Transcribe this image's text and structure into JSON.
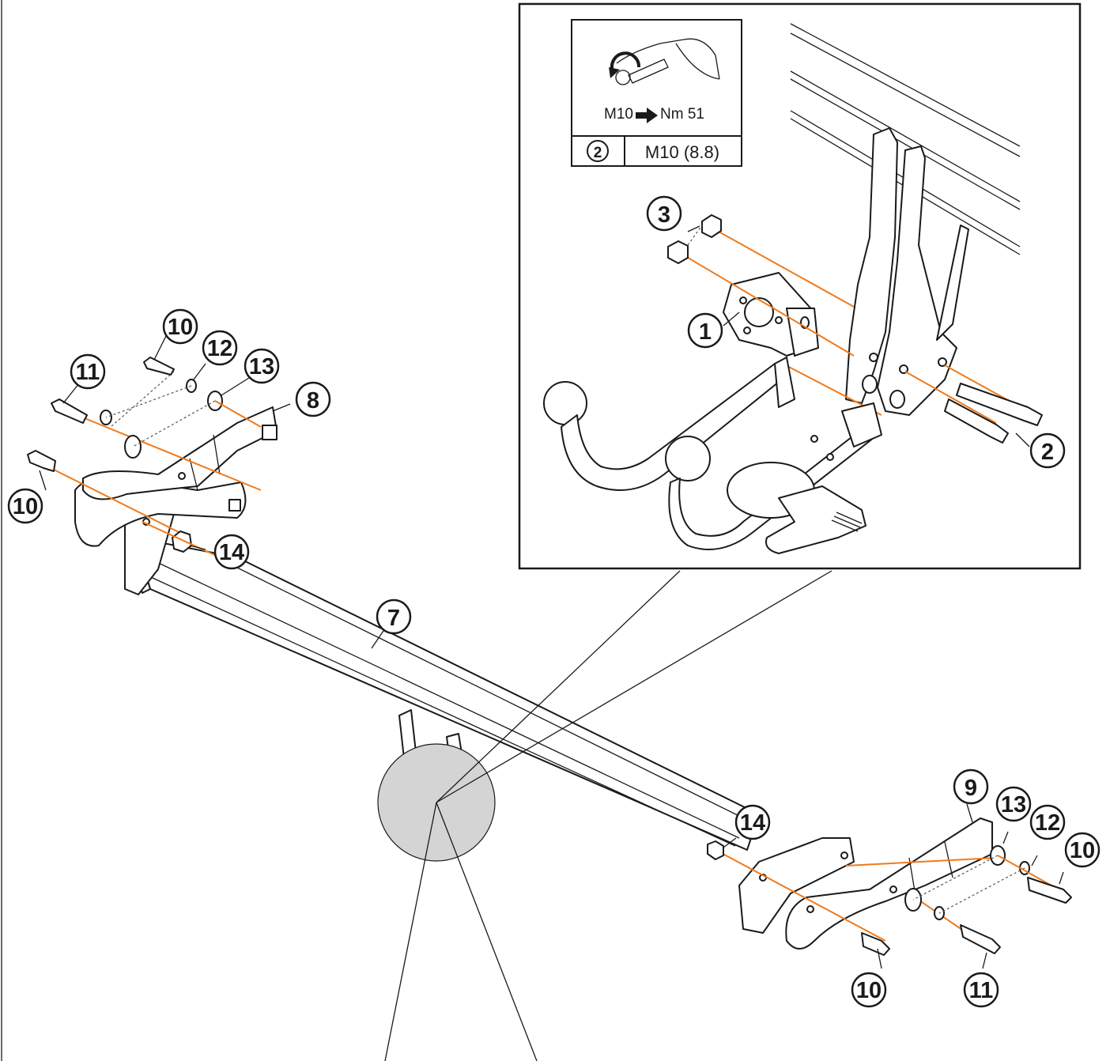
{
  "torque_box": {
    "torque_bolt": "M10",
    "torque_value": "Nm 51",
    "part_ref": "2",
    "bolt_spec": "M10 (8.8)"
  },
  "part_numbers": {
    "p1": "1",
    "p2": "2",
    "p3": "3",
    "p7": "7",
    "p8": "8",
    "p9": "9",
    "p10": "10",
    "p11": "11",
    "p12": "12",
    "p13": "13",
    "p14": "14"
  },
  "colors": {
    "line": "#1a1a1a",
    "axis_orange": "#f07a1a",
    "detail_circle_fill": "#d4d4d4"
  }
}
